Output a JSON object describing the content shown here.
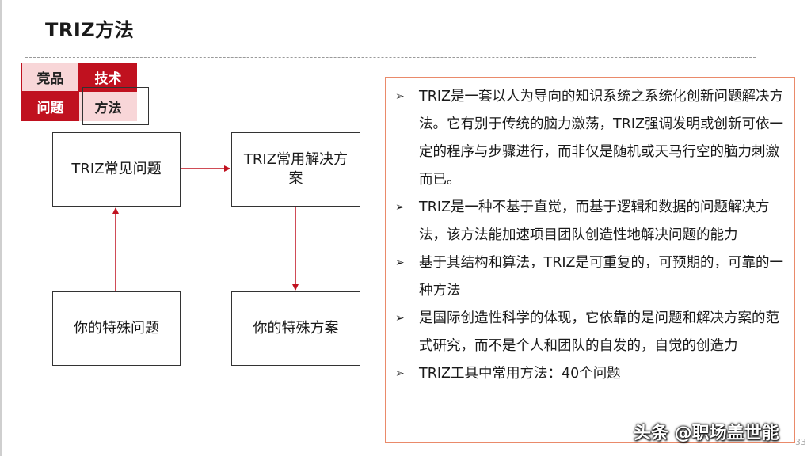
{
  "title": "TRIZ方法",
  "tabs": [
    "竞品",
    "技术",
    "问题",
    "方法"
  ],
  "nodes": [
    "TRIZ常见问题",
    "TRIZ常用解决方案",
    "你的特殊问题",
    "你的特殊方案"
  ],
  "bullet_marker": "➢",
  "bullets": [
    "TRIZ是一套以人为导向的知识系统之系统化创新问题解决方法。它有别于传统的脑力激荡，TRIZ强调发明或创新可依一定的程序与步骤进行，而非仅是随机或天马行空的脑力刺激而已。",
    "TRIZ是一种不基于直觉，而基于逻辑和数据的问题解决方法，该方法能加速项目团队创造性地解决问题的能力",
    "基于其结构和算法，TRIZ是可重复的，可预期的，可靠的一种方法",
    "是国际创造性科学的体现，它依靠的是问题和解决方案的范式研究，而不是个人和团队的自发的，自觉的创造力",
    "TRIZ工具中常用方法：40个问题"
  ],
  "watermark": "头条 @职场盖世能",
  "page_number": "33",
  "colors": {
    "accent_red": "#c0111f",
    "tab_pink": "#f8d6d8",
    "box_border": "#ea8a6a",
    "arrow": "#c0111f"
  }
}
